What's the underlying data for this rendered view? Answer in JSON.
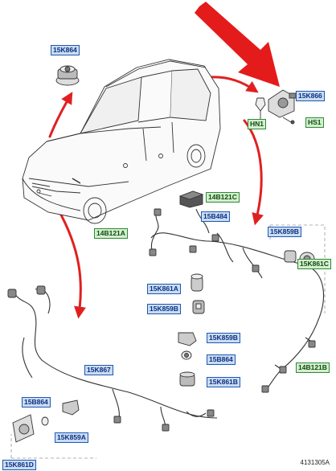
{
  "diagram": {
    "labels": {
      "l15K864_top": "15K864",
      "l15K866": "15K866",
      "lHN1": "HN1",
      "lHS1": "HS1",
      "l14B121C": "14B121C",
      "l15B484": "15B484",
      "l14B121A": "14B121A",
      "l15K859B_r": "15K859B",
      "l15K861C": "15K861C",
      "l15K861A": "15K861A",
      "l15K859B_m": "15K859B",
      "l15K859B_b": "15K859B",
      "l15B864_m": "15B864",
      "l15K861B": "15K861B",
      "l15K867": "15K867",
      "l14B121B": "14B121B",
      "l15B864_l": "15B864",
      "l15K859A": "15K859A",
      "l15K861D": "15K861D"
    },
    "reference": "4131305A",
    "colors": {
      "blue_label_bg": "#c9dcf3",
      "blue_label_border": "#1e58b3",
      "green_label_bg": "#d4efcb",
      "green_label_border": "#2c8a3b",
      "arrow_red": "#e02020"
    }
  }
}
